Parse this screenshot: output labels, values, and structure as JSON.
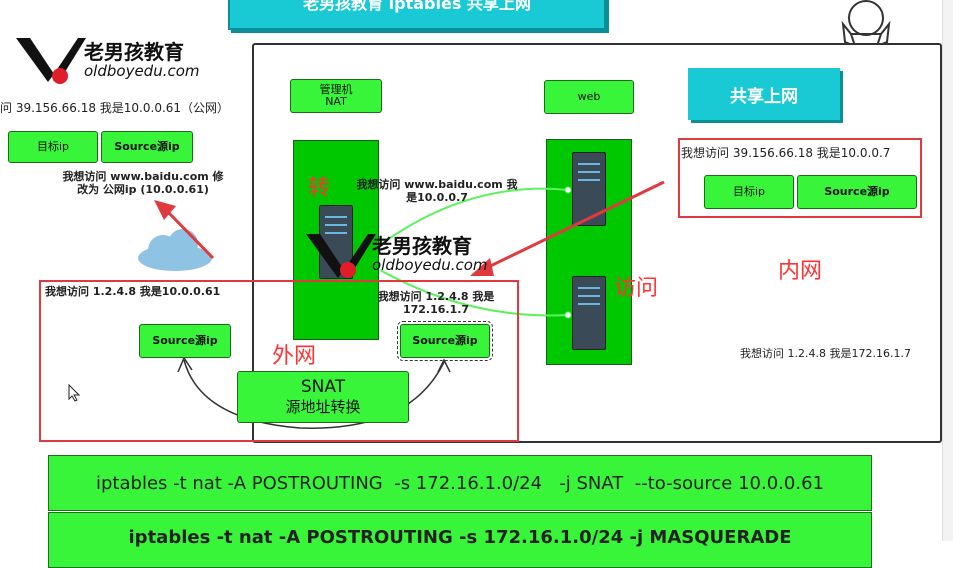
{
  "title_banner": "老男孩教育 iptables 共享上网",
  "logo": {
    "text_cn": "老男孩教育",
    "text_en": "oldboyedu.com"
  },
  "left": {
    "public_request": "问 39.156.66.18 我是10.0.0.61（公网）",
    "target_ip_label": "目标ip",
    "source_ip_label": "Source源ip",
    "modify_note": "我想访问 www.baidu.com 修改为 公网ip (10.0.0.61)",
    "reply_note": "我想访问 1.2.4.8 我是10.0.0.61",
    "source_ip_box": "Source源ip"
  },
  "main": {
    "nat_box": "管理机\nNAT",
    "web_box": "web",
    "share_title": "共享上网",
    "forward_char": "转",
    "request_note": "我想访问 www.baidu.com 我是10.0.0.7",
    "inner_request": "我想访问 39.156.66.18 我是10.0.0.7",
    "target_ip_label": "目标ip",
    "source_ip_label": "Source源ip",
    "access_label": "访问",
    "intranet_label": "内网",
    "extranet_label": "外网",
    "middle_reply": "我想访问 1.2.4.8 我是172.16.1.7",
    "middle_source_ip": "Source源ip",
    "right_reply": "我想访问 1.2.4.8 我是172.16.1.7",
    "snat_title": "SNAT",
    "snat_sub": "源地址转换"
  },
  "commands": [
    "iptables -t nat -A POSTROUTING  -s 172.16.1.0/24   -j SNAT  --to-source 10.0.0.61",
    "iptables -t nat -A POSTROUTING -s 172.16.1.0/24 -j MASQUERADE"
  ],
  "colors": {
    "green": "#39f53a",
    "teal": "#19c9d3",
    "red": "#e0393e",
    "cloud": "#8ec3e3"
  }
}
